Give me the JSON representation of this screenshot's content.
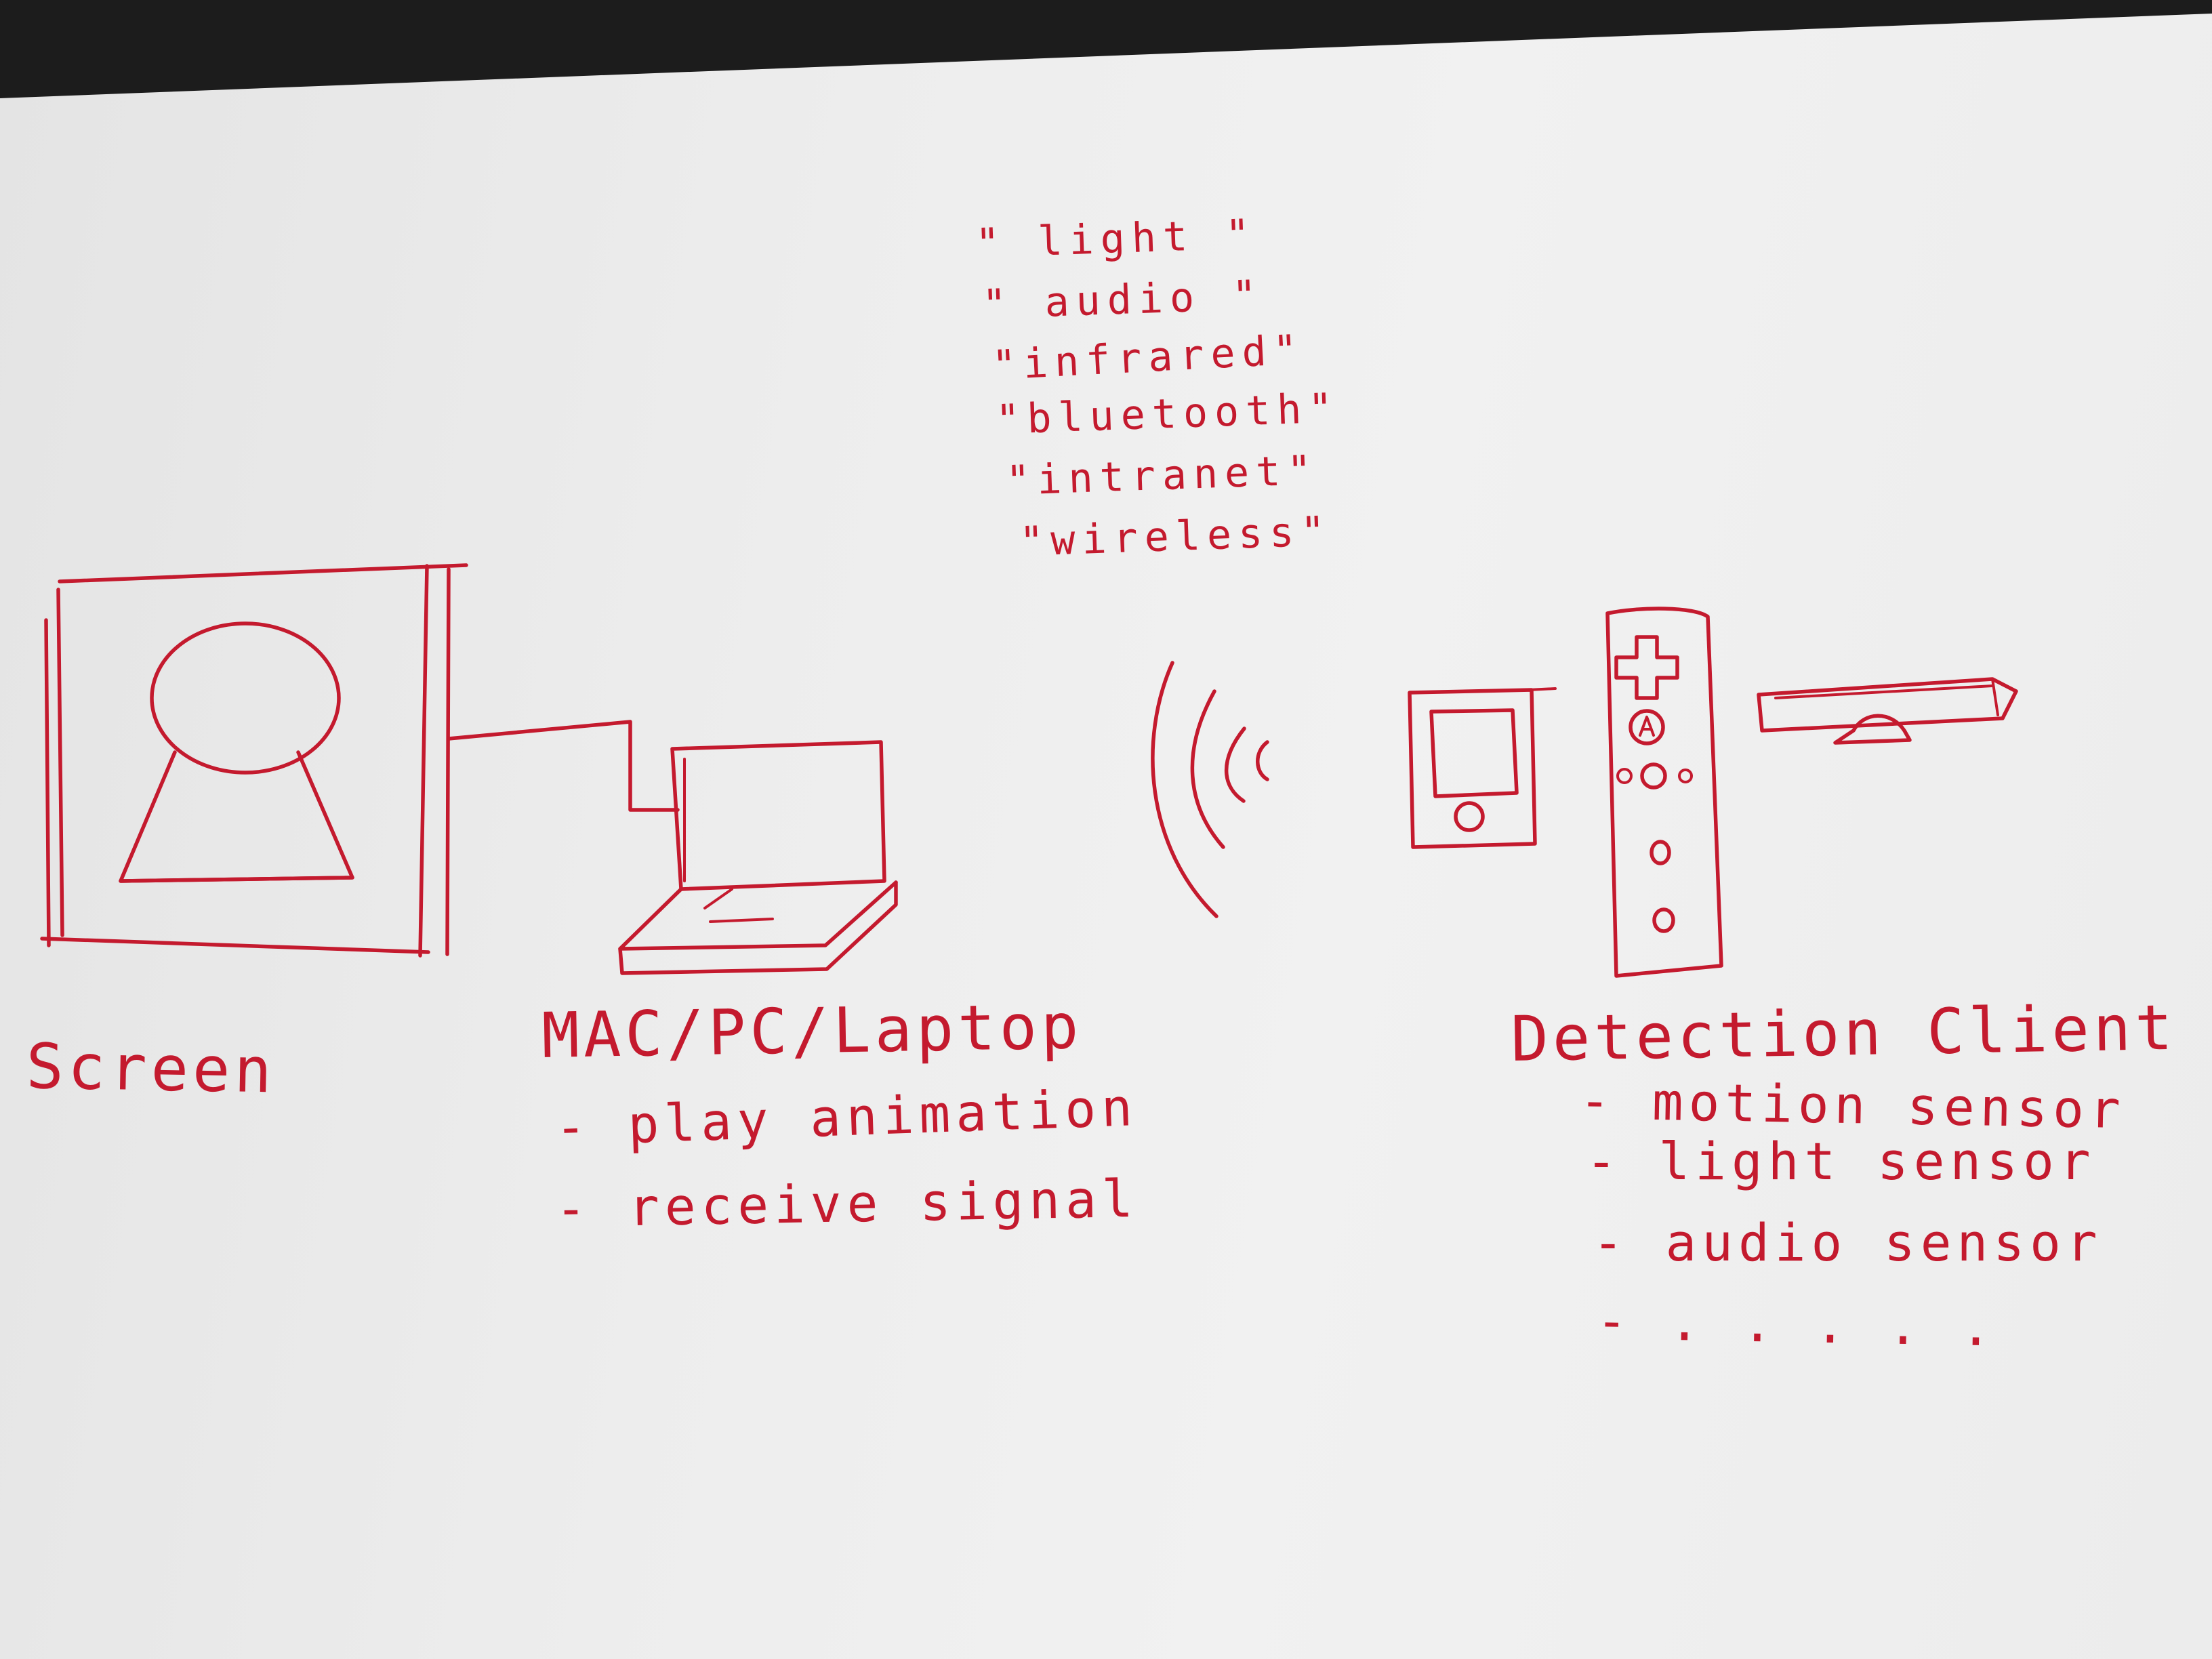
{
  "signal_types": [
    "\" light \"",
    "\" audio \"",
    "\"infrared\"",
    "\"bluetooth\"",
    "\"intranet\"",
    "\"wireless\""
  ],
  "labels": {
    "screen": "Screen",
    "computer": "MAC/PC/Laptop",
    "client": "Detection Client"
  },
  "computer_tasks": [
    "- play animation",
    "- receive signal"
  ],
  "client_sensors": [
    "- motion sensor",
    "- light sensor",
    "- audio sensor",
    "- . . . . ."
  ],
  "colors": {
    "ink": "#c41a2e",
    "paper": "#ececec",
    "background": "#1c1c1c"
  }
}
